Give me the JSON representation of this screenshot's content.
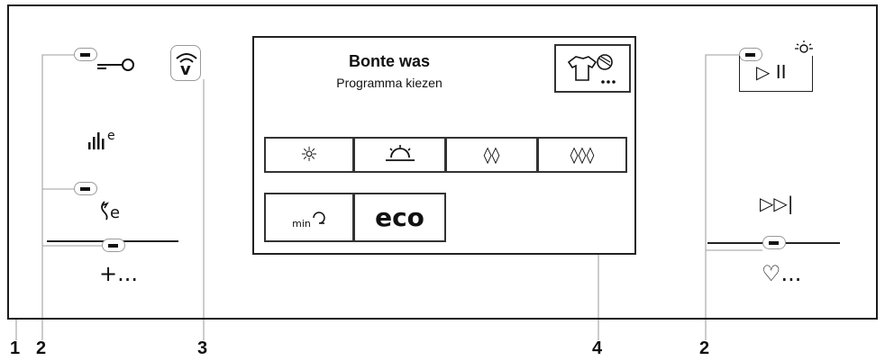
{
  "display": {
    "title": "Bonte was",
    "subtitle": "Programma kiezen",
    "temp_row": [
      "☼",
      "☀",
      "◊◊",
      "◊◊◊"
    ],
    "min_label": "min",
    "eco_label": "eco"
  },
  "left_column": {
    "plus_label": "+...",
    "eco_icon_label": "e",
    "wifi_v": "v"
  },
  "right_column": {
    "play_pause": "▷ II",
    "skip": "▷▷|",
    "favorite": "♡..."
  },
  "callouts": [
    "1",
    "2",
    "3",
    "4",
    "2"
  ],
  "colors": {
    "line": "#222222",
    "leader": "#b0b0b0",
    "indicator_border": "#9a9a9a"
  }
}
